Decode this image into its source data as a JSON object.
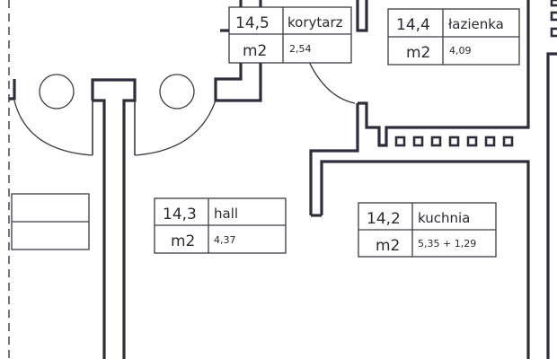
{
  "plan": {
    "rooms": [
      {
        "number": "14,5",
        "name": "korytarz",
        "unit": "m2",
        "area": "2,54"
      },
      {
        "number": "14,4",
        "name": "łazienka",
        "unit": "m2",
        "area": "4,09"
      },
      {
        "number": "14,3",
        "name": "hall",
        "unit": "m2",
        "area": "4,37"
      },
      {
        "number": "14,2",
        "name": "kuchnia",
        "unit": "m2",
        "area": "5,35 + 1,29"
      }
    ],
    "colors": {
      "line": "#2e2e3a",
      "background": "#ffffff"
    }
  }
}
